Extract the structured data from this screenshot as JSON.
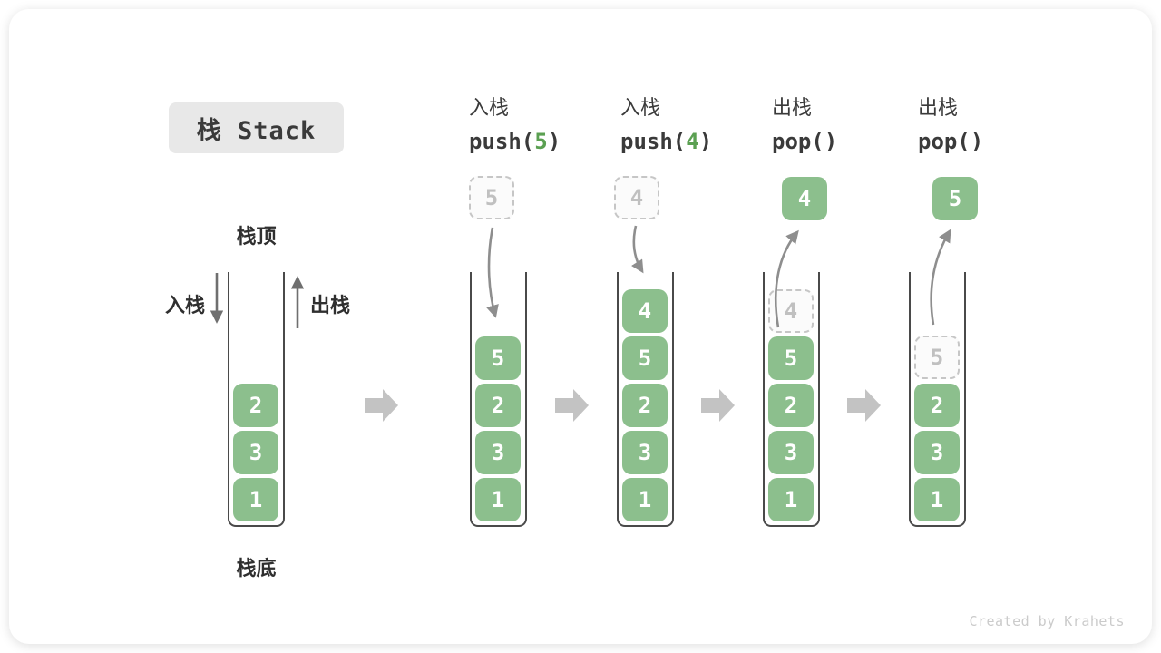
{
  "title": "栈 Stack",
  "legend": {
    "top": "栈顶",
    "bottom": "栈底",
    "push": "入栈",
    "pop": "出栈"
  },
  "operations": [
    {
      "name": "入栈",
      "fn": "push(",
      "arg": "5",
      "close": ")"
    },
    {
      "name": "入栈",
      "fn": "push(",
      "arg": "4",
      "close": ")"
    },
    {
      "name": "出栈",
      "fn": "pop(",
      "arg": "",
      "close": ")"
    },
    {
      "name": "出栈",
      "fn": "pop(",
      "arg": "",
      "close": ")"
    }
  ],
  "stacks": [
    {
      "blocks": [
        "2",
        "3",
        "1"
      ]
    },
    {
      "incoming": "5",
      "blocks": [
        "5",
        "2",
        "3",
        "1"
      ]
    },
    {
      "incoming": "4",
      "blocks": [
        "4",
        "5",
        "2",
        "3",
        "1"
      ]
    },
    {
      "outgoing": "4",
      "ghost": "4",
      "blocks": [
        "5",
        "2",
        "3",
        "1"
      ]
    },
    {
      "outgoing": "5",
      "ghost": "5",
      "blocks": [
        "2",
        "3",
        "1"
      ]
    }
  ],
  "watermark": "Created by Krahets",
  "colors": {
    "block_green": "#8CBF8D",
    "arg_green": "#5BA052",
    "ghost_gray": "#C6C6C6",
    "thin_arrow_gray": "#8E8E8E",
    "flow_arrow_gray": "#C3C3C3",
    "wall_gray": "#4A4A4A",
    "title_bg": "#E8E8E8"
  }
}
